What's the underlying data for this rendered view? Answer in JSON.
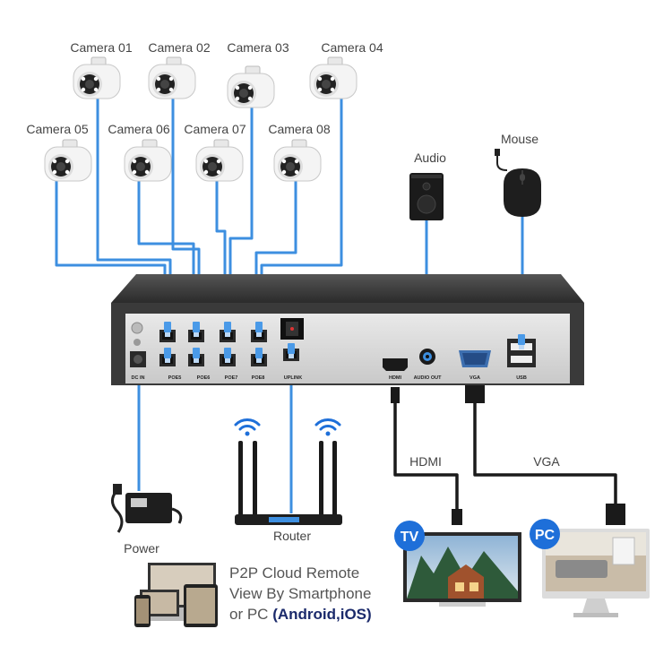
{
  "cameras": [
    {
      "label": "Camera 01"
    },
    {
      "label": "Camera 02"
    },
    {
      "label": "Camera 03"
    },
    {
      "label": "Camera 04"
    },
    {
      "label": "Camera 05"
    },
    {
      "label": "Camera 06"
    },
    {
      "label": "Camera 07"
    },
    {
      "label": "Camera 08"
    }
  ],
  "peripherals": {
    "audio": "Audio",
    "mouse": "Mouse",
    "power": "Power",
    "router": "Router",
    "hdmi": "HDMI",
    "vga": "VGA"
  },
  "nvr_ports": {
    "dc_in": "DC IN",
    "poe5": "POE5",
    "poe6": "POE6",
    "poe7": "POE7",
    "poe8": "POE8",
    "uplink": "UPLINK",
    "hdmi": "HDMI",
    "audio_out": "AUDIO OUT",
    "vga": "VGA",
    "usb": "USB"
  },
  "displays": {
    "tv_badge": "TV",
    "pc_badge": "PC"
  },
  "p2p": {
    "line1": "P2P Cloud Remote",
    "line2": "View By Smartphone",
    "line3_prefix": "or PC ",
    "line3_accent": "(Android,iOS)"
  },
  "colors": {
    "network_cable": "#3d8fe0",
    "video_cable": "#1a1a1a",
    "badge": "#1e6fd9",
    "nvr_body": "#3a3a3a"
  }
}
